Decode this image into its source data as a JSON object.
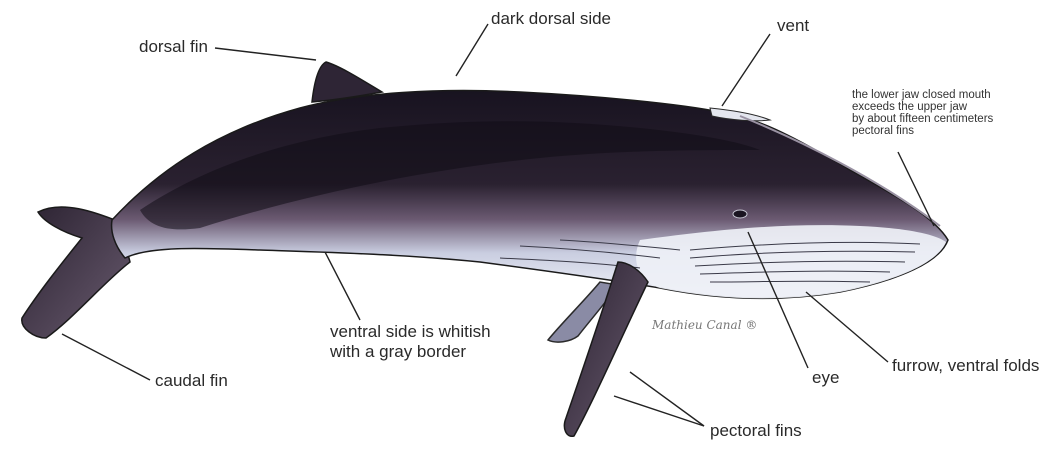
{
  "labels": {
    "dark_dorsal_side": "dark dorsal side",
    "vent": "vent",
    "dorsal_fin": "dorsal fin",
    "lower_jaw_line1": "the lower jaw closed mouth",
    "lower_jaw_line2": "exceeds the upper jaw",
    "lower_jaw_line3": "by about fifteen centimeters",
    "lower_jaw_line4": "pectoral fins",
    "ventral_line1": "ventral side is whitish",
    "ventral_line2": "with a gray border",
    "caudal_fin": "caudal fin",
    "eye": "eye",
    "furrow": "furrow, ventral folds",
    "pectoral_fins": "pectoral fins"
  },
  "signature": "Mathieu Canal ®",
  "colors": {
    "dark_body": "#1c1622",
    "mid_body": "#5a4a5e",
    "belly": "#eef0f7",
    "label_text": "#2a2a2a",
    "leader_line": "#222222"
  }
}
